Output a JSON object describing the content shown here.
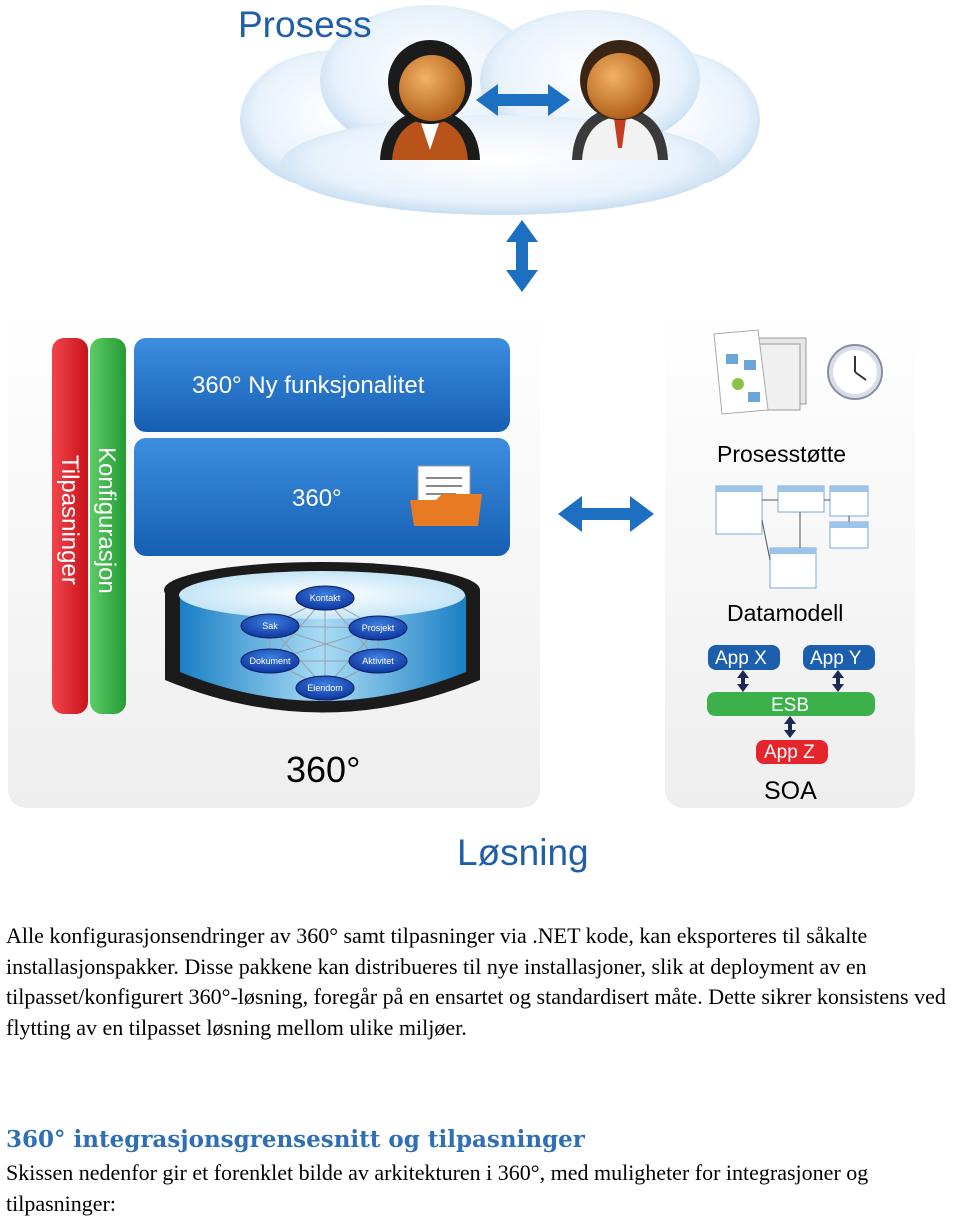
{
  "diagram": {
    "process_title": "Prosess",
    "vertical_bars": {
      "tilpasninger": "Tilpasninger",
      "konfigurasjon": "Konfigurasjon"
    },
    "blocks": {
      "new_functionality": "360° Ny funksjonalitet",
      "core": "360°"
    },
    "database_entities": [
      "Kontakt",
      "Sak",
      "Prosjekt",
      "Dokument",
      "Aktivitet",
      "Eiendom"
    ],
    "platform_label": "360°",
    "right_panel": {
      "prosesstotte": "Prosesstøtte",
      "datamodell": "Datamodell",
      "app_x": "App X",
      "app_y": "App Y",
      "esb": "ESB",
      "app_z": "App Z",
      "soa": "SOA"
    },
    "solution_title": "Løsning",
    "colors": {
      "accent_blue": "#1c5fae",
      "bar_red": "#e0202a",
      "bar_green": "#3db54a",
      "esb_green": "#3cb04a",
      "app_z_red": "#e5242b",
      "title_blue": "#1f5ea8"
    },
    "icons": [
      "cloud-icon",
      "person-icon",
      "clock-icon",
      "document-folder-icon",
      "flowchart-icon",
      "database-cylinder-icon",
      "data-model-icon"
    ]
  },
  "text": {
    "paragraph1": "Alle konfigurasjonsendringer av 360° samt tilpasninger via .NET kode, kan eksporteres til såkalte installasjonspakker. Disse pakkene kan distribueres til nye installasjoner, slik at deployment av en tilpasset/konfigurert 360°-løsning, foregår på en ensartet og standardisert måte. Dette sikrer konsistens ved flytting av en tilpasset løsning mellom ulike miljøer.",
    "heading": "360° integrasjonsgrensesnitt og tilpasninger",
    "paragraph2": "Skissen nedenfor gir et forenklet bilde av arkitekturen i 360°, med muligheter for integrasjoner og tilpasninger:"
  }
}
